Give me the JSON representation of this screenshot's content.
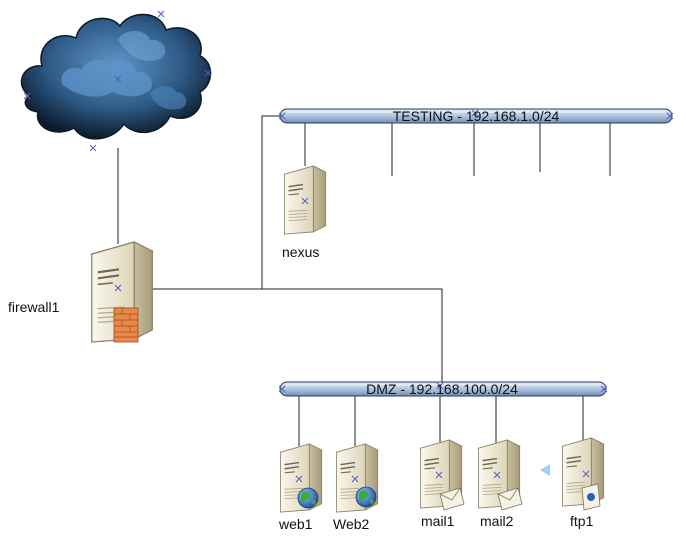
{
  "networks": {
    "testing": {
      "label": "TESTING - 192.168.1.0/24"
    },
    "dmz": {
      "label": "DMZ - 192.168.100.0/24"
    }
  },
  "devices": {
    "firewall": {
      "label": "firewall1"
    },
    "nexus": {
      "label": "nexus"
    },
    "web1": {
      "label": "web1"
    },
    "web2": {
      "label": "Web2"
    },
    "mail1": {
      "label": "mail1"
    },
    "mail2": {
      "label": "mail2"
    },
    "ftp1": {
      "label": "ftp1"
    }
  },
  "colors": {
    "bus_fill": "#b7cce3",
    "bus_stroke": "#2a3a55",
    "cloud_dark": "#0f2236",
    "cloud_light": "#4f86b8",
    "server_body": "#efe9d6",
    "server_shade": "#bdb396",
    "firewall_brick": "#e8894a",
    "globe": "#2f7ad1"
  },
  "icons": {
    "internet": "cloud-icon",
    "firewall": "firewall-server-icon",
    "server": "server-icon",
    "web": "globe-badge-icon",
    "mail": "envelope-badge-icon",
    "ftp": "ftp-badge-icon"
  }
}
